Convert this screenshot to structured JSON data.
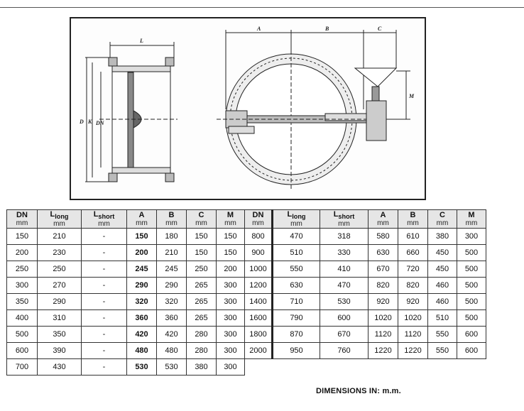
{
  "drawing_labels": {
    "L": "L",
    "D": "D",
    "K": "K",
    "DN": "DN",
    "A": "A",
    "B": "B",
    "C": "C",
    "M": "M"
  },
  "headers": [
    {
      "top": "DN",
      "unit": "mm"
    },
    {
      "top": "L",
      "sub": "long",
      "unit": "mm"
    },
    {
      "top": "L",
      "sub": "short",
      "unit": "mm"
    },
    {
      "top": "A",
      "unit": "mm"
    },
    {
      "top": "B",
      "unit": "mm"
    },
    {
      "top": "C",
      "unit": "mm"
    },
    {
      "top": "M",
      "unit": "mm"
    }
  ],
  "rows_left": [
    [
      "150",
      "210",
      "-",
      "150",
      "180",
      "150",
      "150"
    ],
    [
      "200",
      "230",
      "-",
      "200",
      "210",
      "150",
      "150"
    ],
    [
      "250",
      "250",
      "-",
      "245",
      "245",
      "250",
      "200"
    ],
    [
      "300",
      "270",
      "-",
      "290",
      "290",
      "265",
      "300"
    ],
    [
      "350",
      "290",
      "-",
      "320",
      "320",
      "265",
      "300"
    ],
    [
      "400",
      "310",
      "-",
      "360",
      "360",
      "265",
      "300"
    ],
    [
      "500",
      "350",
      "-",
      "420",
      "420",
      "280",
      "300"
    ],
    [
      "600",
      "390",
      "-",
      "480",
      "480",
      "280",
      "300"
    ],
    [
      "700",
      "430",
      "-",
      "530",
      "530",
      "380",
      "300"
    ]
  ],
  "rows_right": [
    [
      "800",
      "470",
      "318",
      "580",
      "610",
      "380",
      "300"
    ],
    [
      "900",
      "510",
      "330",
      "630",
      "660",
      "450",
      "500"
    ],
    [
      "1000",
      "550",
      "410",
      "670",
      "720",
      "450",
      "500"
    ],
    [
      "1200",
      "630",
      "470",
      "820",
      "820",
      "460",
      "500"
    ],
    [
      "1400",
      "710",
      "530",
      "920",
      "920",
      "460",
      "500"
    ],
    [
      "1600",
      "790",
      "600",
      "1020",
      "1020",
      "510",
      "500"
    ],
    [
      "1800",
      "870",
      "670",
      "1120",
      "1120",
      "550",
      "600"
    ],
    [
      "2000",
      "950",
      "760",
      "1220",
      "1220",
      "550",
      "600"
    ]
  ],
  "note": "DIMENSIONS IN: m.m."
}
